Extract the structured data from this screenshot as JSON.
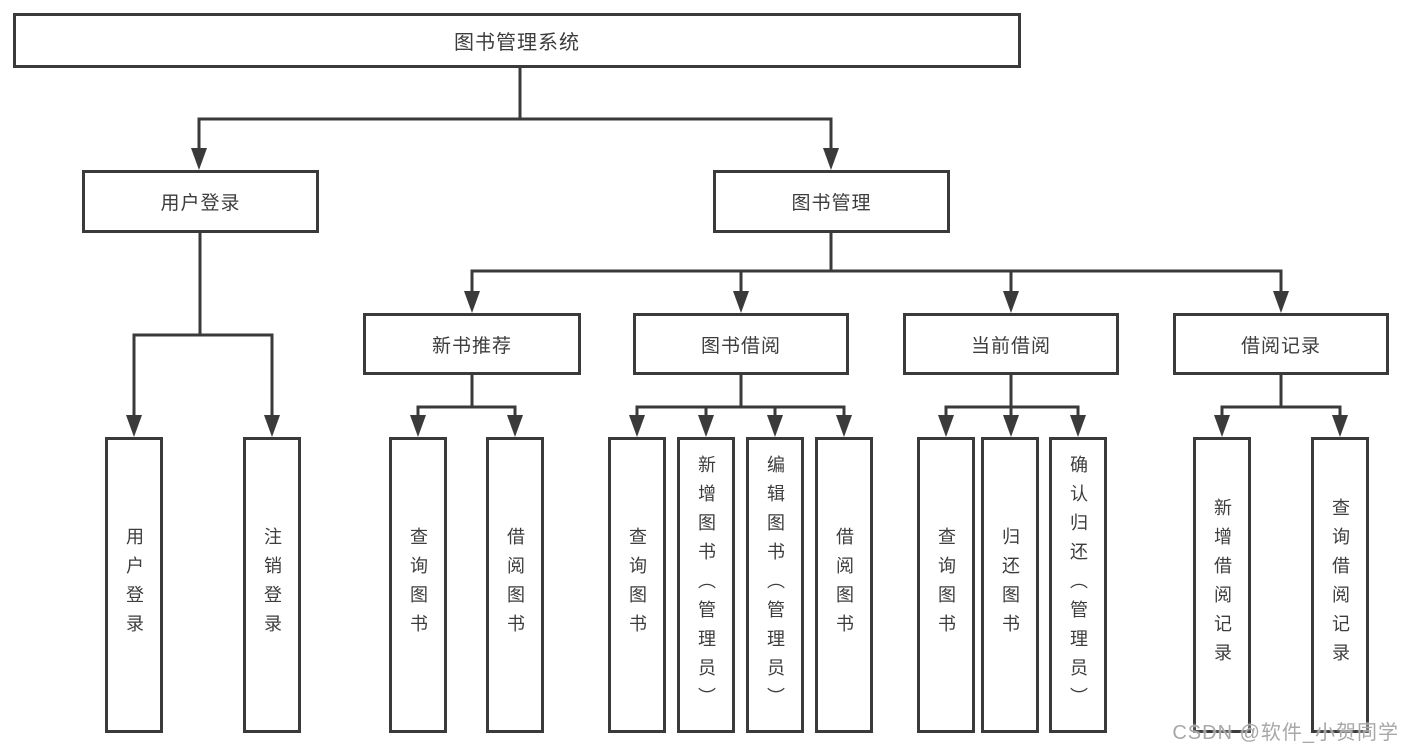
{
  "diagram": {
    "root": {
      "label": "图书管理系统"
    },
    "user_branch": {
      "label": "用户登录",
      "leaves": [
        {
          "label": "用户登录"
        },
        {
          "label": "注销登录"
        }
      ]
    },
    "book_branch": {
      "label": "图书管理",
      "sections": [
        {
          "label": "新书推荐",
          "leaves": [
            {
              "label": "查询图书"
            },
            {
              "label": "借阅图书"
            }
          ]
        },
        {
          "label": "图书借阅",
          "leaves": [
            {
              "label": "查询图书"
            },
            {
              "label": "新增图书（管理员）"
            },
            {
              "label": "编辑图书（管理员）"
            },
            {
              "label": "借阅图书"
            }
          ]
        },
        {
          "label": "当前借阅",
          "leaves": [
            {
              "label": "查询图书"
            },
            {
              "label": "归还图书"
            },
            {
              "label": "确认归还（管理员）"
            }
          ]
        },
        {
          "label": "借阅记录",
          "leaves": [
            {
              "label": "新增借阅记录"
            },
            {
              "label": "查询借阅记录"
            }
          ]
        }
      ]
    }
  },
  "watermark": {
    "text": "CSDN @软件_小贺同学"
  },
  "colors": {
    "line": "#3a3a3a",
    "text": "#3d3d3d",
    "box_background": "#ffffff",
    "watermark": "#a8a8a8",
    "page_background": "#ffffff"
  }
}
